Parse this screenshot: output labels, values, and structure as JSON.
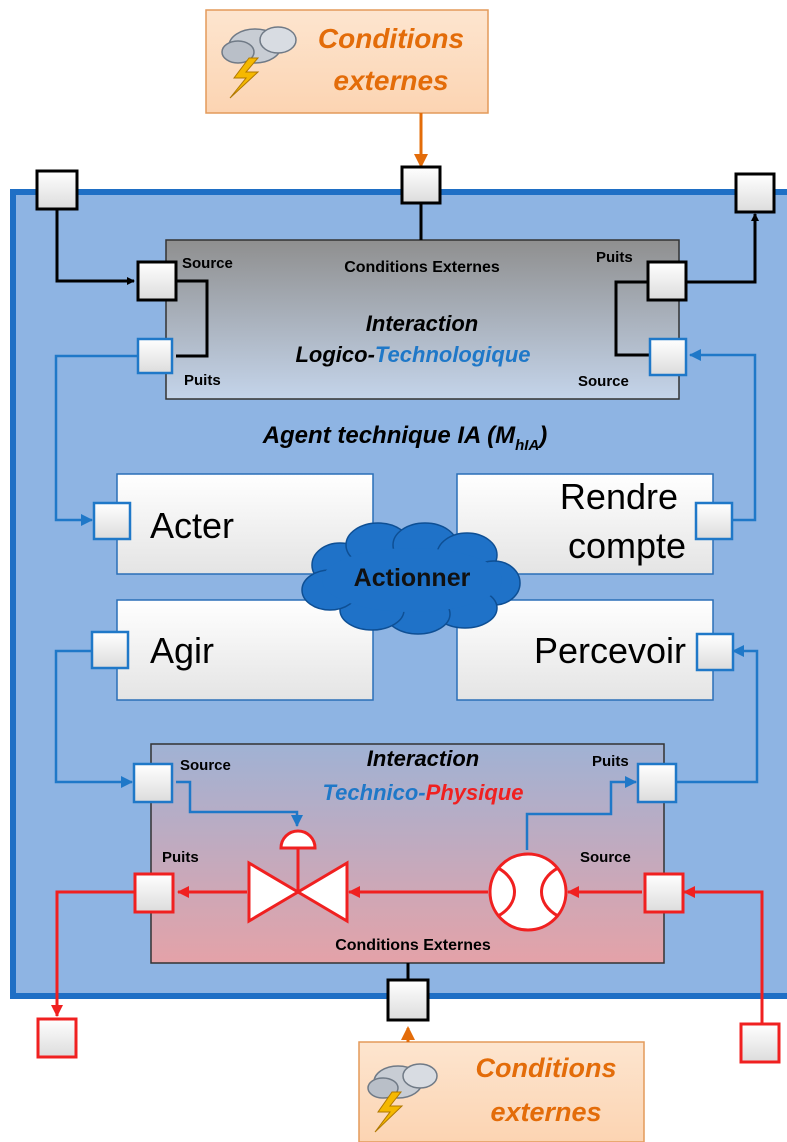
{
  "top_conditions": {
    "line1": "Conditions",
    "line2": "externes"
  },
  "bottom_conditions": {
    "line1": "Conditions",
    "line2": "externes"
  },
  "agent_label": {
    "main": "Agent technique IA (M",
    "sub": "hIA",
    "close": ")"
  },
  "logico_box": {
    "title_line1": "Interaction",
    "title_logico": "Logico-",
    "title_techno": "Technologique",
    "conditions": "Conditions Externes",
    "source_left": "Source",
    "puits_left": "Puits",
    "puits_right": "Puits",
    "source_right": "Source"
  },
  "physique_box": {
    "title_line1": "Interaction",
    "title_technico": "Technico-",
    "title_physique": "Physique",
    "conditions": "Conditions Externes",
    "source_top_left": "Source",
    "puits_left": "Puits",
    "puits_top_right": "Puits",
    "source_right": "Source"
  },
  "functions": {
    "acter": "Acter",
    "rendre_line1": "Rendre",
    "rendre_line2": "compte",
    "agir": "Agir",
    "percevoir": "Percevoir"
  },
  "cloud_label": "Actionner",
  "colors": {
    "main_panel": "#8EB4E3",
    "main_border": "#1F6FC5",
    "orange": "#E36C09",
    "blue_link": "#1F78C8",
    "red_link": "#F02020",
    "cloud": "#1F72C8"
  }
}
